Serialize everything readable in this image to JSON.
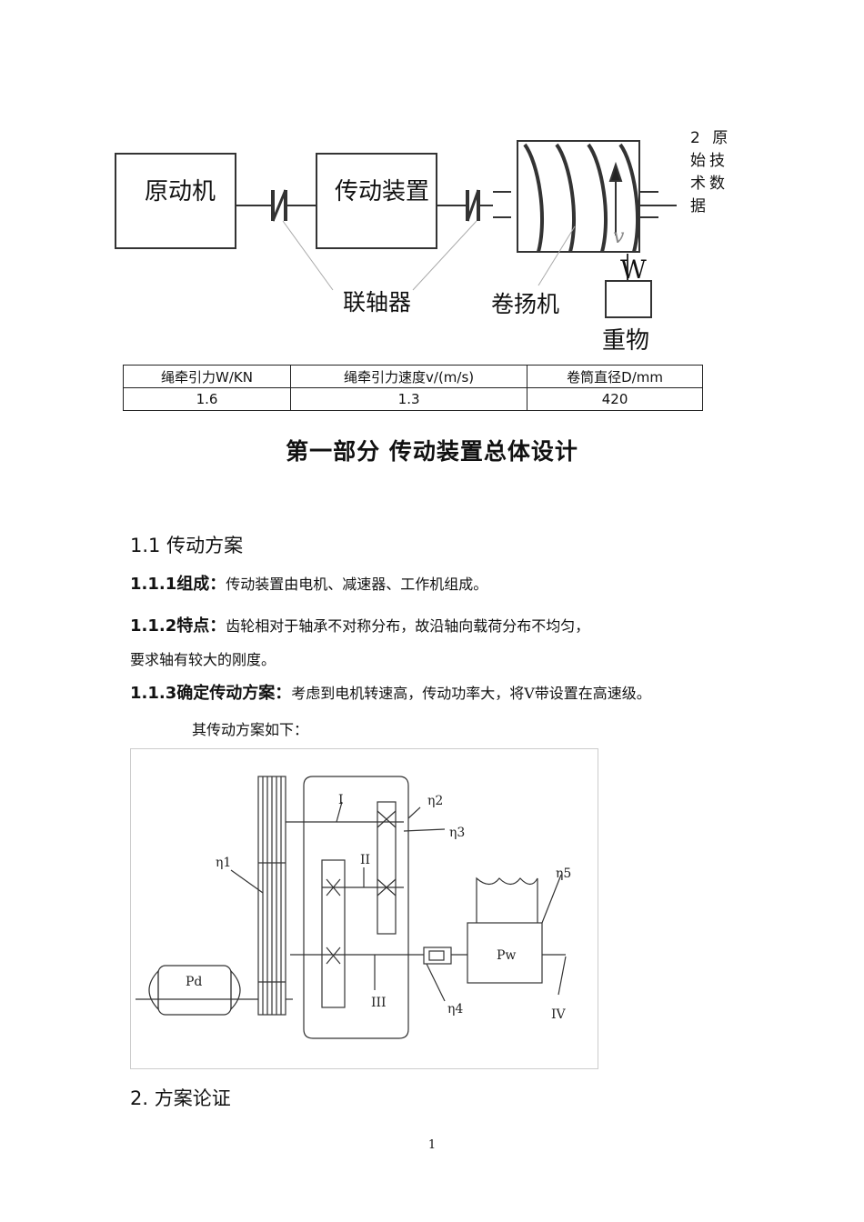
{
  "diagram1": {
    "prime_mover": "原动机",
    "transmission": "传动装置",
    "coupling": "联轴器",
    "winch": "卷扬机",
    "load": "重物",
    "v": "v",
    "w": "W"
  },
  "side_note": "2 原始技术数据",
  "params": {
    "headers": [
      "绳牵引力W/KN",
      "绳牵引力速度v/(m/s)",
      "卷筒直径D/mm"
    ],
    "values": [
      "1.6",
      "1.3",
      "420"
    ]
  },
  "part_title": "第一部分 传动装置总体设计",
  "s11": "1.1 传动方案",
  "s111": {
    "label": "1.1.1组成：",
    "text": "传动装置由电机、减速器、工作机组成。"
  },
  "s112": {
    "label": "1.1.2特点：",
    "text": "齿轮相对于轴承不对称分布，故沿轴向载荷分布不均匀，",
    "text2": "要求轴有较大的刚度。"
  },
  "s113": {
    "label": "1.1.3确定传动方案：",
    "text": "考虑到电机转速高，传动功率大，将V带设置在高速级。"
  },
  "scheme_intro": "其传动方案如下：",
  "diagram2": {
    "I": "I",
    "II": "II",
    "III": "III",
    "IV": "IV",
    "eta1": "η1",
    "eta2": "η2",
    "eta3": "η3",
    "eta4": "η4",
    "eta5": "η5",
    "pd": "Pd",
    "pw": "Pw"
  },
  "s2": "2. 方案论证",
  "page_number": "1"
}
